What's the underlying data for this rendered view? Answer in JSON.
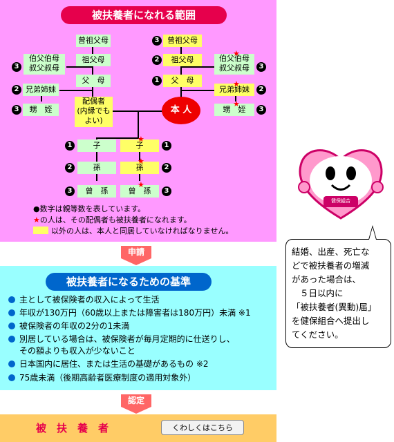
{
  "title": "被扶養者になれる範囲",
  "tree": {
    "left_great_grandparent": "曾祖父母",
    "left_grandparent": "祖父母",
    "left_parent": "父　母",
    "left_uncle": "伯父伯母\n叔父叔母",
    "left_sibling": "兄弟姉妹",
    "left_nephew": "甥　姪",
    "spouse": "配偶者\n(内縁でも\nよい)",
    "right_great_grandparent": "曾祖父母",
    "right_grandparent": "祖父母",
    "right_parent": "父　母",
    "right_uncle": "伯父伯母\n叔父叔母",
    "right_sibling": "兄弟姉妹",
    "right_nephew": "甥　姪",
    "self": "本 人",
    "left_child": "子",
    "left_grandchild": "孫",
    "left_great_grandchild": "曾　孫",
    "right_child": "子",
    "right_grandchild": "孫",
    "right_great_grandchild": "曾　孫",
    "numbers": {
      "one": "1",
      "two": "2",
      "three": "3"
    }
  },
  "legend": {
    "degree": "●数字は親等数を表しています。",
    "star_text": "の人は、その配偶者も被扶養者になれます。",
    "yellow_text": "以外の人は、本人と同居していなければなりません。"
  },
  "arrow_apply": "申請",
  "criteria_title": "被扶養者になるための基準",
  "criteria": [
    "主として被保険者の収入によって生活",
    "年収が130万円（60歳以上または障害者は180万円）未満 ※1",
    "被保険者の年収の2分の1未満",
    "別居している場合は、被保険者が毎月定期的に仕送りし、",
    "その額よりも収入が少ないこと",
    "日本国内に居住、または生活の基礎があるもの ※2",
    "75歳未満（後期高齢者医療制度の適用対象外）"
  ],
  "arrow_approve": "認定",
  "result": "被　扶　養　者",
  "detail_button": "くわしくはこちら",
  "callout": [
    "結婚、出産、死亡な",
    "どで被扶養者の増減",
    "があった場合は、",
    "５日以内に",
    "「被扶養者(異動)届」",
    "を健保組合へ提出し",
    "てください。"
  ],
  "mascot_label": "健保組合",
  "colors": {
    "pink": "#ff99ff",
    "cyan": "#99ffff",
    "orange": "#ffcc66",
    "title_red": "#e6004c",
    "title_blue": "#0066cc",
    "self_red": "#ee0000",
    "yellow": "#ffff66",
    "green": "#ccffcc"
  }
}
